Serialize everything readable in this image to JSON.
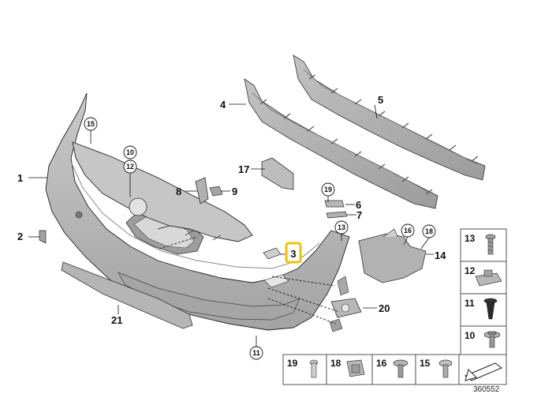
{
  "diagram_id": "360552",
  "colors": {
    "part_fill": "#b9b9b9",
    "part_shade": "#9a9a9a",
    "part_light": "#d4d4d4",
    "stroke": "#111111",
    "highlight": "#f2c200"
  },
  "callouts": {
    "c1": "1",
    "c2": "2",
    "c3": "3",
    "c4": "4",
    "c5": "5",
    "c6": "6",
    "c7": "7",
    "c8": "8",
    "c9": "9",
    "c14": "14",
    "c17": "17",
    "c20": "20",
    "c21": "21"
  },
  "circled_callouts": {
    "c10": "10",
    "c11": "11",
    "c12": "12",
    "c13": "13",
    "c15": "15",
    "c16": "16",
    "c18": "18",
    "c19": "19"
  },
  "highlighted_callout": "3",
  "fastener_grid": {
    "right_column": [
      "13",
      "12",
      "11",
      "10"
    ],
    "bottom_row": [
      "19",
      "18",
      "16",
      "15"
    ]
  }
}
